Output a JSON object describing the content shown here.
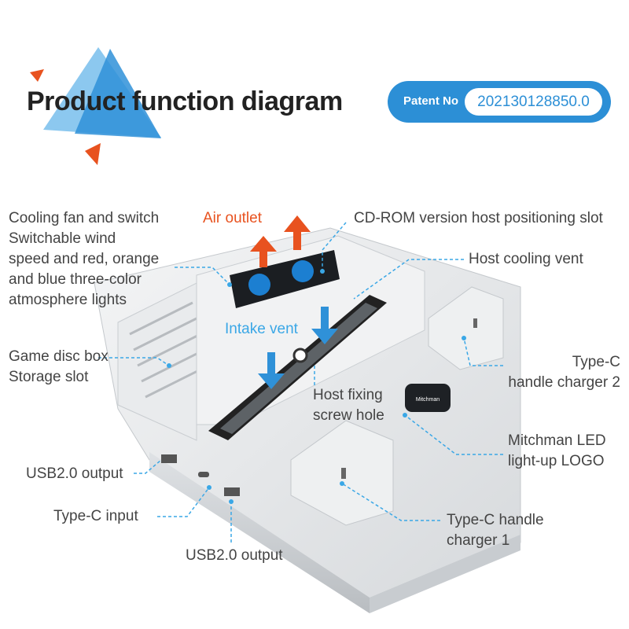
{
  "header": {
    "title": "Product function diagram",
    "patent_label": "Patent No",
    "patent_number": "202130128850.0"
  },
  "labels": {
    "cooling_fan": [
      "Cooling fan and switch",
      "Switchable wind",
      "speed and red, orange",
      "and blue three-color",
      "atmosphere lights"
    ],
    "air_outlet": "Air outlet",
    "cd_rom_slot": "CD-ROM version host positioning slot",
    "host_cooling_vent": "Host cooling vent",
    "intake_vent": "Intake vent",
    "game_disc_box": [
      "Game disc box",
      "Storage slot"
    ],
    "type_c_charger_2": [
      "Type-C",
      "handle charger 2"
    ],
    "host_fixing_screw": [
      "Host fixing",
      "screw hole"
    ],
    "led_logo": [
      "Mitchman LED",
      "light-up LOGO"
    ],
    "usb_output_left": "USB2.0 output",
    "type_c_input": "Type-C input",
    "usb_output_bottom": "USB2.0 output",
    "type_c_charger_1": [
      "Type-C handle",
      "charger 1"
    ],
    "logo_text": "Mitchman"
  },
  "colors": {
    "accent": "#e8521f",
    "brand_blue": "#2c8fd6",
    "leader_blue": "#3aa7e6",
    "triangle_light": "#8cc8ef",
    "triangle_dark": "#2f91d8"
  }
}
